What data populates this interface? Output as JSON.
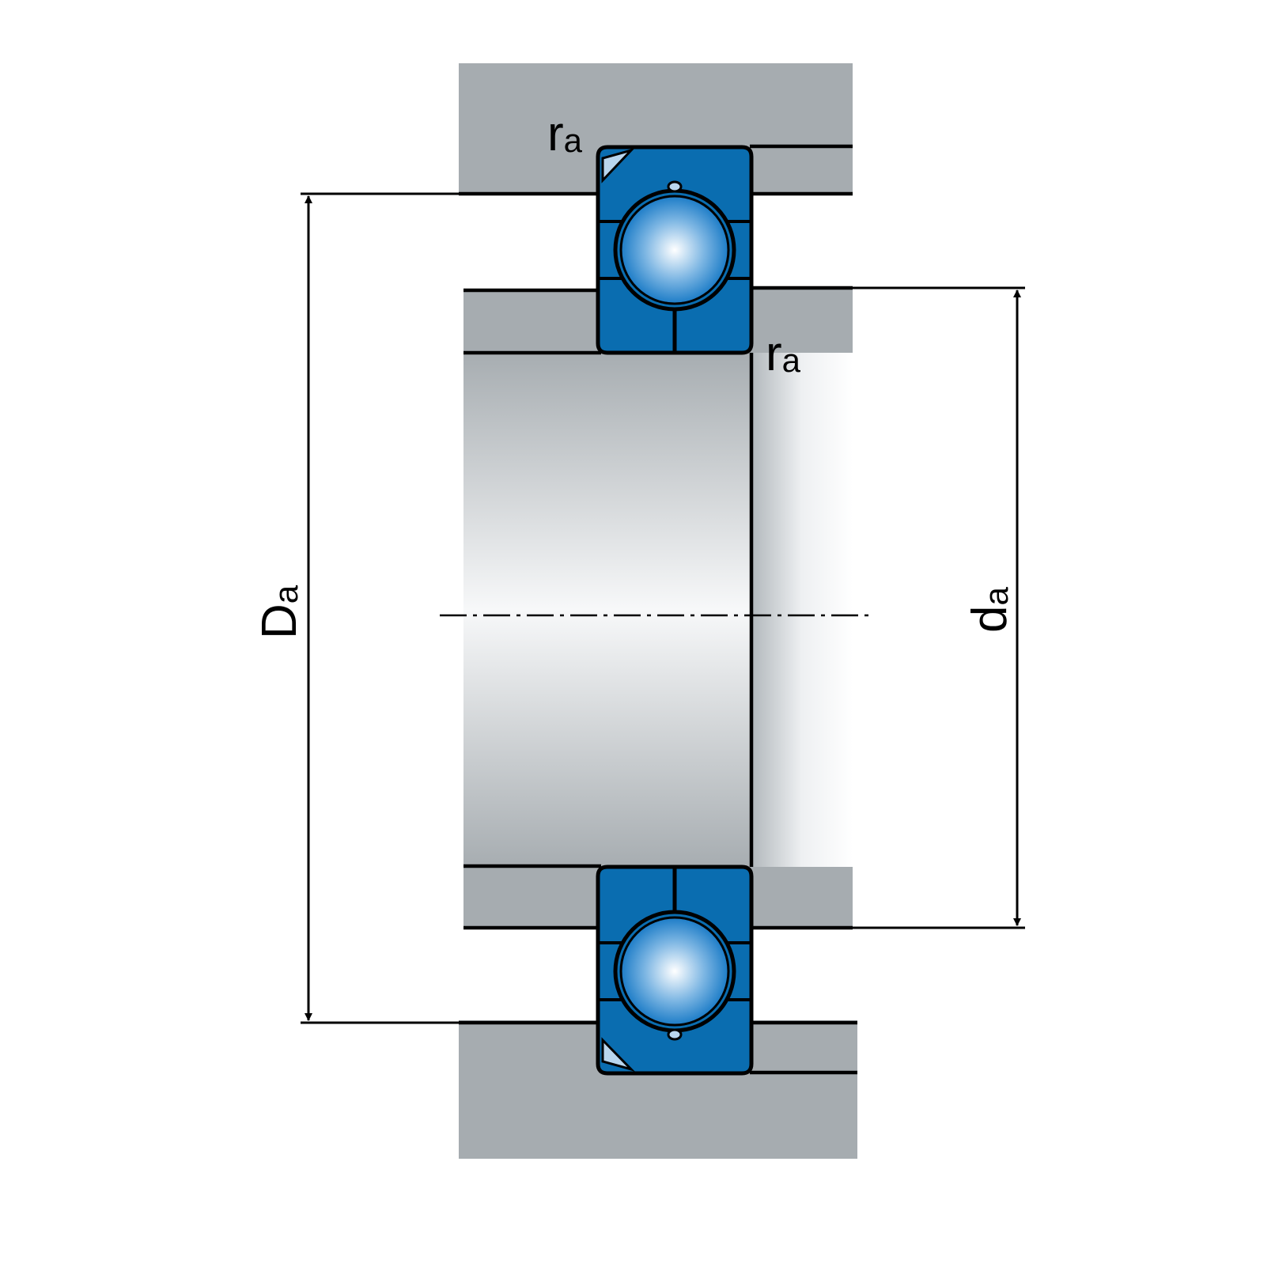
{
  "labels": {
    "ra_top": {
      "main": "r",
      "sub": "a"
    },
    "ra_mid": {
      "main": "r",
      "sub": "a"
    },
    "Da": {
      "main": "D",
      "sub": "a"
    },
    "da": {
      "main": "d",
      "sub": "a"
    }
  },
  "colors": {
    "housing": "#a6acb0",
    "bearing_blue": "#0a6db0",
    "ball_light": "#ffffff",
    "ball_dark": "#1c7cc7",
    "chamfer": "#b9d6ee",
    "line": "#000000"
  }
}
